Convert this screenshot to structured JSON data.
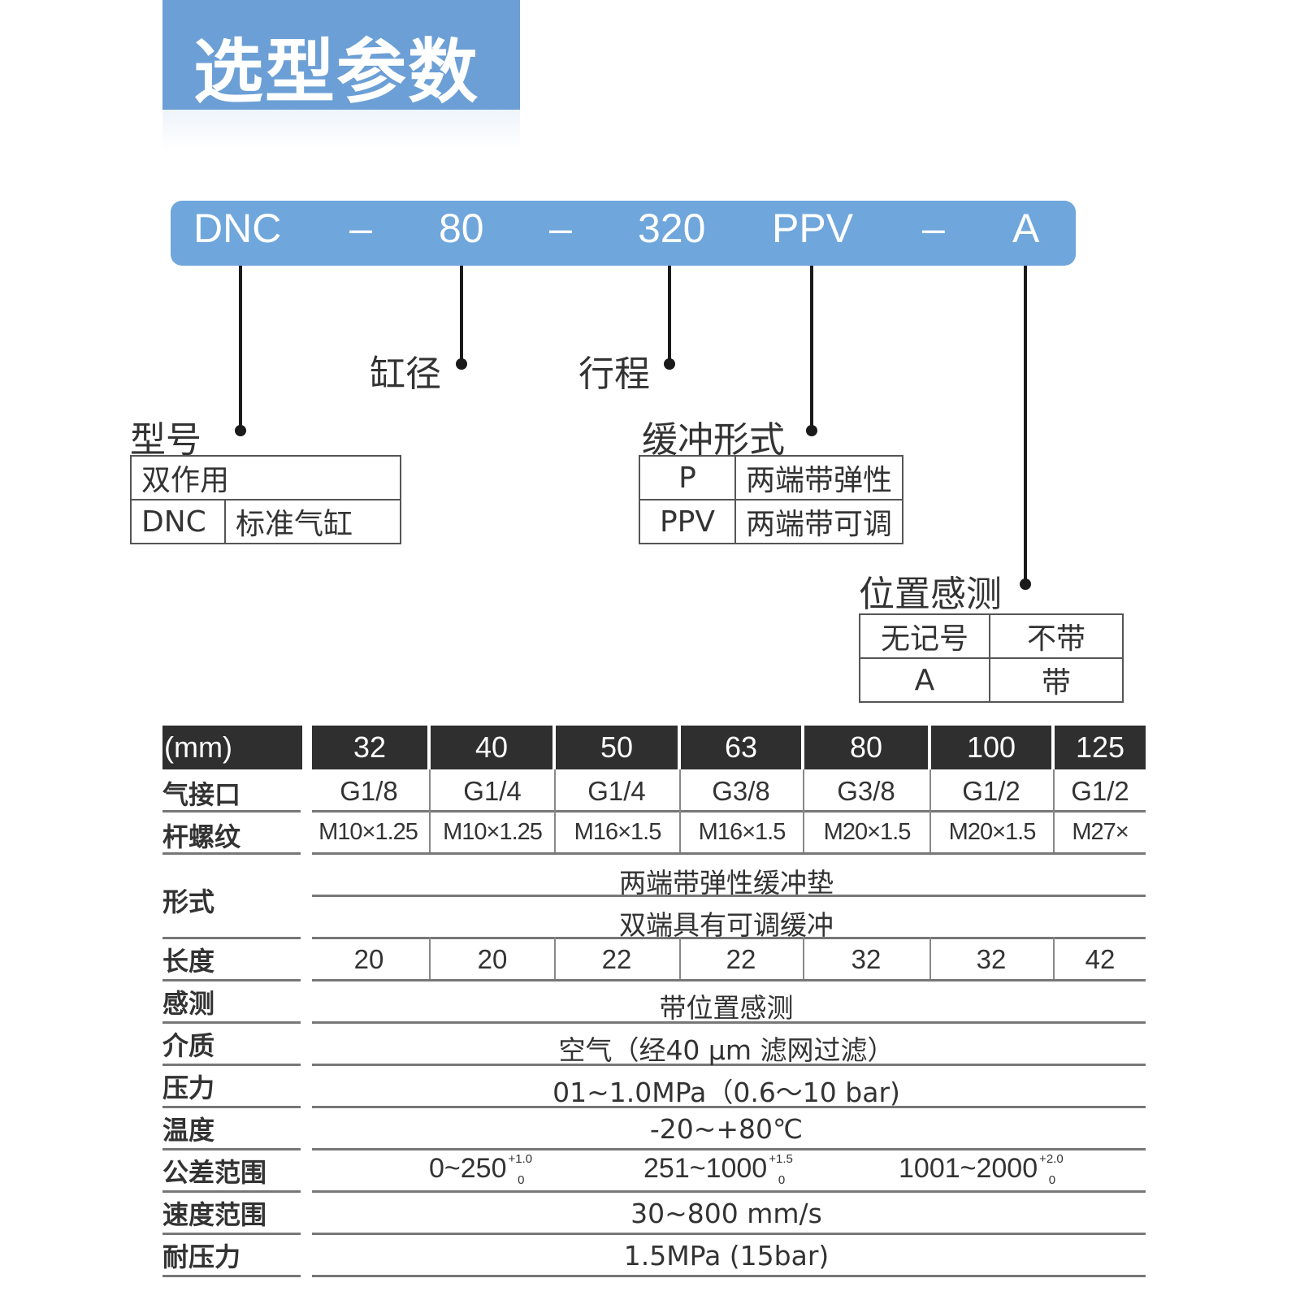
{
  "title": "选型参数",
  "code": {
    "segments": [
      "DNC",
      "–",
      "80",
      "–",
      "320",
      "PPV",
      "–",
      "A"
    ]
  },
  "callouts": {
    "bore": "缸径",
    "stroke": "行程",
    "model": "型号",
    "cushion": "缓冲形式",
    "sensing": "位置感测"
  },
  "model_table": {
    "row1": "双作用",
    "row2_code": "DNC",
    "row2_desc": "标准气缸"
  },
  "cushion_table": {
    "rows": [
      {
        "code": "P",
        "desc": "两端带弹性"
      },
      {
        "code": "PPV",
        "desc": "两端带可调"
      }
    ]
  },
  "sensing_table": {
    "rows": [
      {
        "code": "无记号",
        "desc": "不带"
      },
      {
        "code": "A",
        "desc": "带"
      }
    ]
  },
  "spec": {
    "header_label": "(mm)",
    "bores": [
      "32",
      "40",
      "50",
      "63",
      "80",
      "100",
      "125"
    ],
    "rows": {
      "port": {
        "label": "气接口",
        "values": [
          "G1/8",
          "G1/4",
          "G1/4",
          "G3/8",
          "G3/8",
          "G1/2",
          "G1/2"
        ]
      },
      "thread": {
        "label": "杆螺纹",
        "values": [
          "M10×1.25",
          "M10×1.25",
          "M16×1.5",
          "M16×1.5",
          "M20×1.5",
          "M20×1.5",
          "M27×"
        ]
      },
      "cushion": {
        "label": "形式",
        "line1": "两端带弹性缓冲垫",
        "line2": "双端具有可调缓冲"
      },
      "length": {
        "label": "长度",
        "values": [
          "20",
          "20",
          "22",
          "22",
          "32",
          "32",
          "42"
        ]
      },
      "sensing": {
        "label": "感测",
        "value": "带位置感测"
      },
      "medium": {
        "label": "介质",
        "value": "空气（经40 μm 滤网过滤）"
      },
      "pressure": {
        "label": "压力",
        "value": "01~1.0MPa（0.6～10 bar)"
      },
      "temperature": {
        "label": "温度",
        "value": "-20~+80℃"
      },
      "tolerance": {
        "label": "公差范围",
        "items": [
          {
            "range": "0~250",
            "upper": "+1.0",
            "lower": "0"
          },
          {
            "range": "251~1000",
            "upper": "+1.5",
            "lower": "0"
          },
          {
            "range": "1001~2000",
            "upper": "+2.0",
            "lower": "0"
          }
        ]
      },
      "speed": {
        "label": "速度范围",
        "value": "30~800 mm/s"
      },
      "proof": {
        "label": "耐压力",
        "value": "1.5MPa (15bar)"
      }
    }
  }
}
